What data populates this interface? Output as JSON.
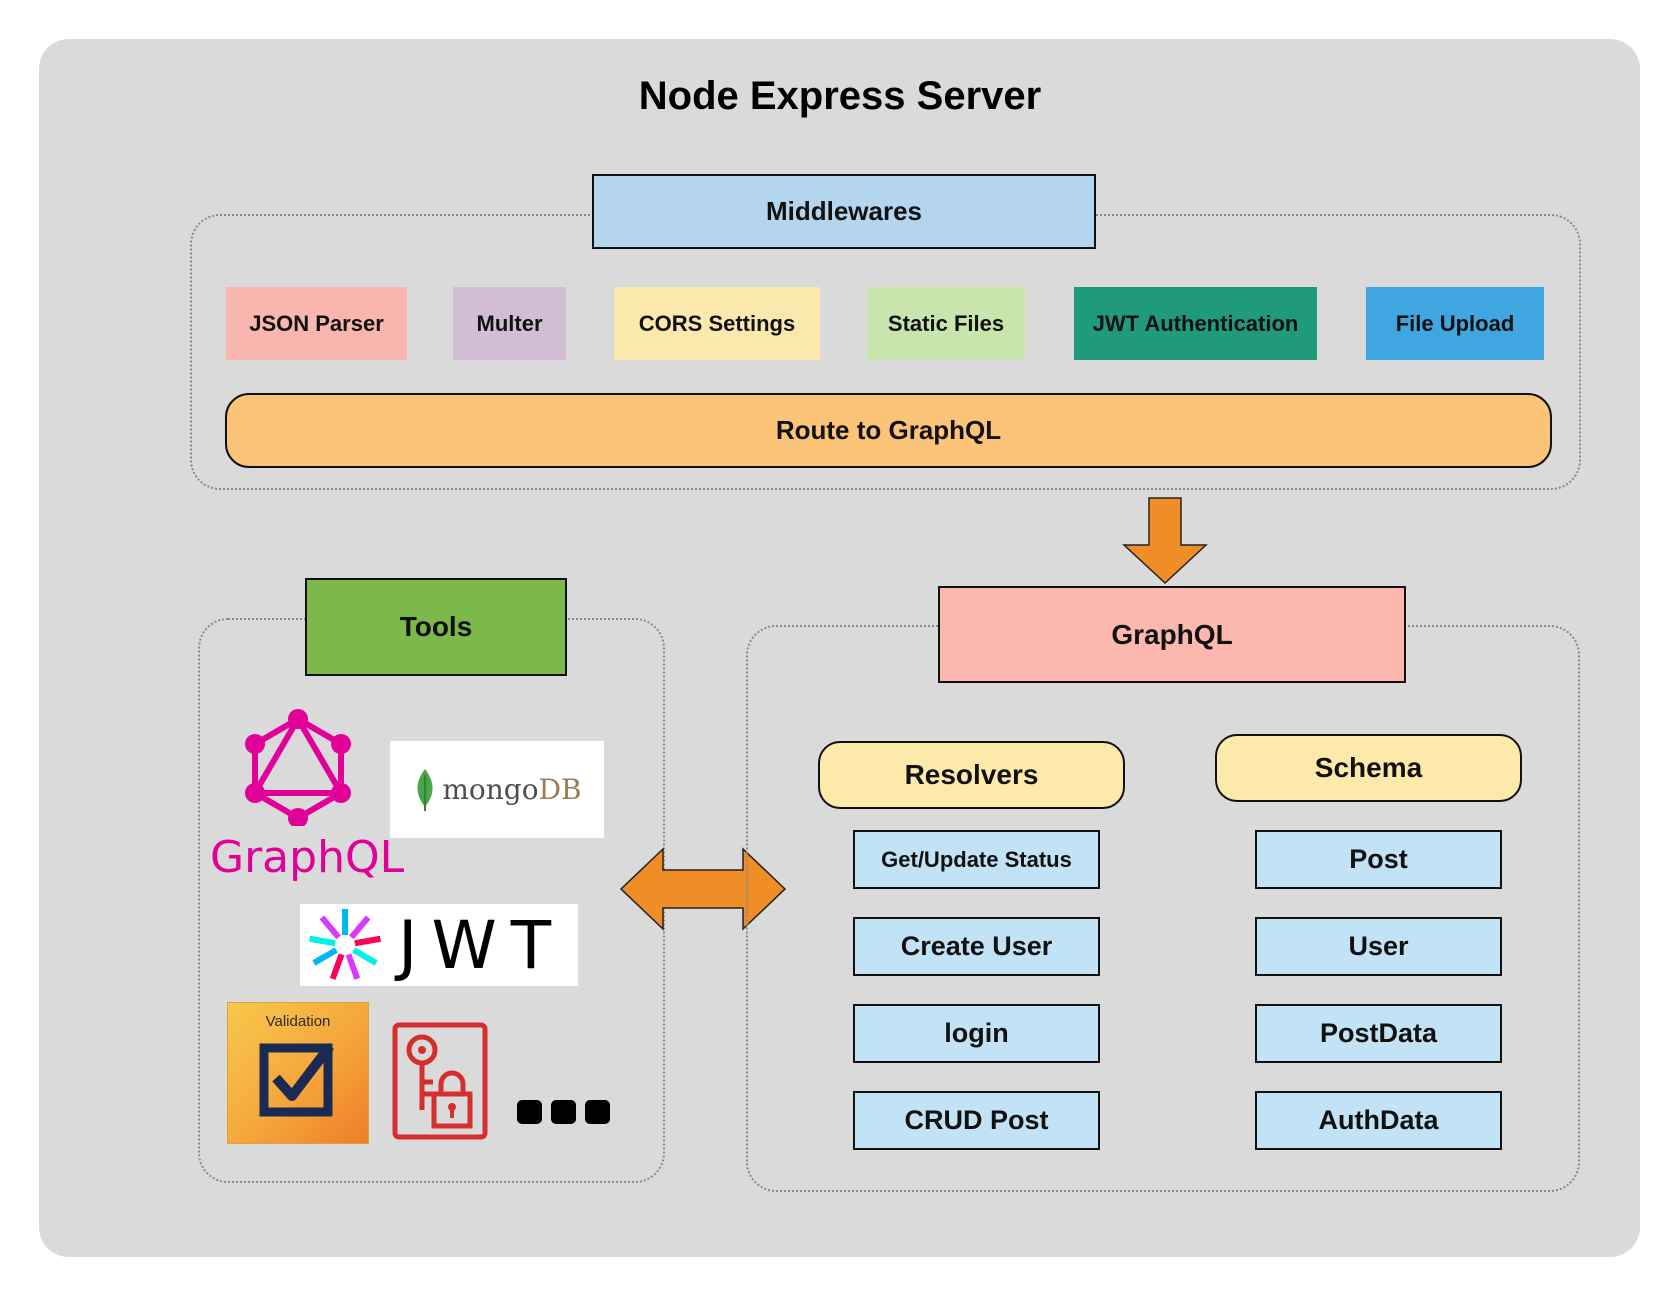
{
  "diagram": {
    "title": "Node Express Server",
    "middlewares": {
      "header": "Middlewares",
      "items": [
        {
          "label": "JSON Parser",
          "color": "#f8b6ae"
        },
        {
          "label": "Multer",
          "color": "#d3bdd5"
        },
        {
          "label": "CORS Settings",
          "color": "#fbe8ad"
        },
        {
          "label": "Static Files",
          "color": "#c8e5ad"
        },
        {
          "label": "JWT Authentication",
          "color": "#1f9a7d"
        },
        {
          "label": "File Upload",
          "color": "#40a6df"
        }
      ],
      "route": "Route to GraphQL"
    },
    "tools": {
      "header": "Tools",
      "logos": {
        "graphql": "GraphQL",
        "mongodb_a": "mongo",
        "mongodb_b": "DB",
        "jwt": "JWT",
        "validation": "Validation",
        "more": "..."
      }
    },
    "graphql": {
      "header": "GraphQL",
      "resolvers": {
        "header": "Resolvers",
        "items": [
          "Get/Update Status",
          "Create User",
          "login",
          "CRUD Post"
        ]
      },
      "schema": {
        "header": "Schema",
        "items": [
          "Post",
          "User",
          "PostData",
          "AuthData"
        ]
      }
    },
    "colors": {
      "background": "#dadada",
      "middlewares_header": "#b3d5ee",
      "route": "#fcc478",
      "tools_header": "#7db94a",
      "graphql_header": "#fcb8ae",
      "group_header": "#fde9a9",
      "item": "#c2e2f6",
      "arrow": "#ef8d27",
      "graphql_pink": "#e10098",
      "lock_red": "#d32f2f"
    }
  }
}
